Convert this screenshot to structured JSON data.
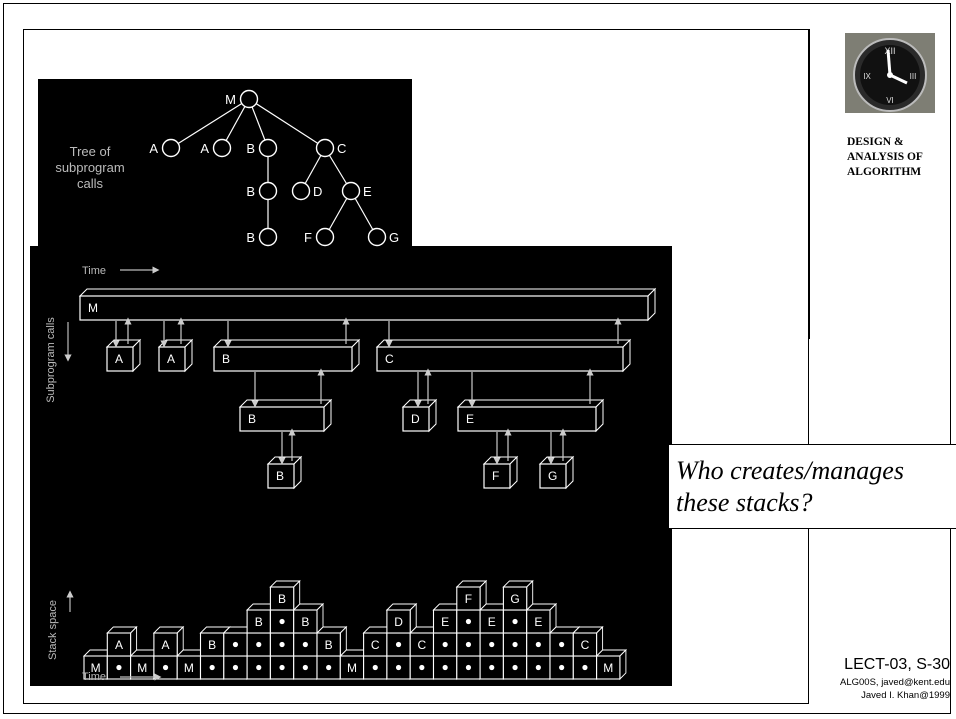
{
  "tree": {
    "title": "Tree of\nsubprogram\ncalls",
    "root": "M",
    "level1": [
      "A",
      "A",
      "B",
      "C"
    ],
    "under_B": [
      "B",
      "B"
    ],
    "under_C": [
      "D",
      "E"
    ],
    "under_E": [
      "F",
      "G"
    ]
  },
  "timeline": {
    "time_label": "Time",
    "y_axis_label": "Subprogram calls",
    "activations": [
      "M",
      "A",
      "A",
      "B",
      "B",
      "B",
      "C",
      "D",
      "E",
      "F",
      "G"
    ]
  },
  "stack": {
    "y_axis_label": "Stack space",
    "time_label": "Time",
    "bottom_row": [
      "M",
      "•",
      "M",
      "•",
      "M",
      "•",
      "•",
      "•",
      "•",
      "•",
      "•",
      "M",
      "•",
      "•",
      "•",
      "•",
      "•",
      "•",
      "•",
      "•",
      "•",
      "•",
      "M"
    ],
    "row2": [
      {
        "col": 1,
        "label": "A"
      },
      {
        "col": 3,
        "label": "A"
      },
      {
        "col": 5,
        "label": "B"
      },
      {
        "col": 6,
        "label": "•"
      },
      {
        "col": 7,
        "label": "•"
      },
      {
        "col": 8,
        "label": "•"
      },
      {
        "col": 9,
        "label": "•"
      },
      {
        "col": 10,
        "label": "B"
      },
      {
        "col": 12,
        "label": "C"
      },
      {
        "col": 13,
        "label": "•"
      },
      {
        "col": 14,
        "label": "C"
      },
      {
        "col": 15,
        "label": "•"
      },
      {
        "col": 16,
        "label": "•"
      },
      {
        "col": 17,
        "label": "•"
      },
      {
        "col": 18,
        "label": "•"
      },
      {
        "col": 19,
        "label": "•"
      },
      {
        "col": 20,
        "label": "•"
      },
      {
        "col": 21,
        "label": "C"
      }
    ],
    "row3": [
      {
        "col": 7,
        "label": "B"
      },
      {
        "col": 8,
        "label": "•"
      },
      {
        "col": 9,
        "label": "B"
      },
      {
        "col": 13,
        "label": "D"
      },
      {
        "col": 15,
        "label": "E"
      },
      {
        "col": 16,
        "label": "•"
      },
      {
        "col": 17,
        "label": "E"
      },
      {
        "col": 18,
        "label": "•"
      },
      {
        "col": 19,
        "label": "E"
      }
    ],
    "row4": [
      {
        "col": 8,
        "label": "B"
      },
      {
        "col": 16,
        "label": "F"
      },
      {
        "col": 18,
        "label": "G"
      }
    ]
  },
  "callout": {
    "text": "Who creates/manages\n these stacks?"
  },
  "sidebar": {
    "course_title": "DESIGN &\nANALYSIS OF\nALGORITHM",
    "logo_icon": "clock-icon"
  },
  "footer": {
    "lecture_id": "LECT-03, S-30",
    "line1": "ALG00S, javed@kent.edu",
    "line2": "Javed I. Khan@1999"
  },
  "colors": {
    "figure_bg": "#000000",
    "figure_fg": "#ffffff",
    "arrow": "#cccccc"
  }
}
